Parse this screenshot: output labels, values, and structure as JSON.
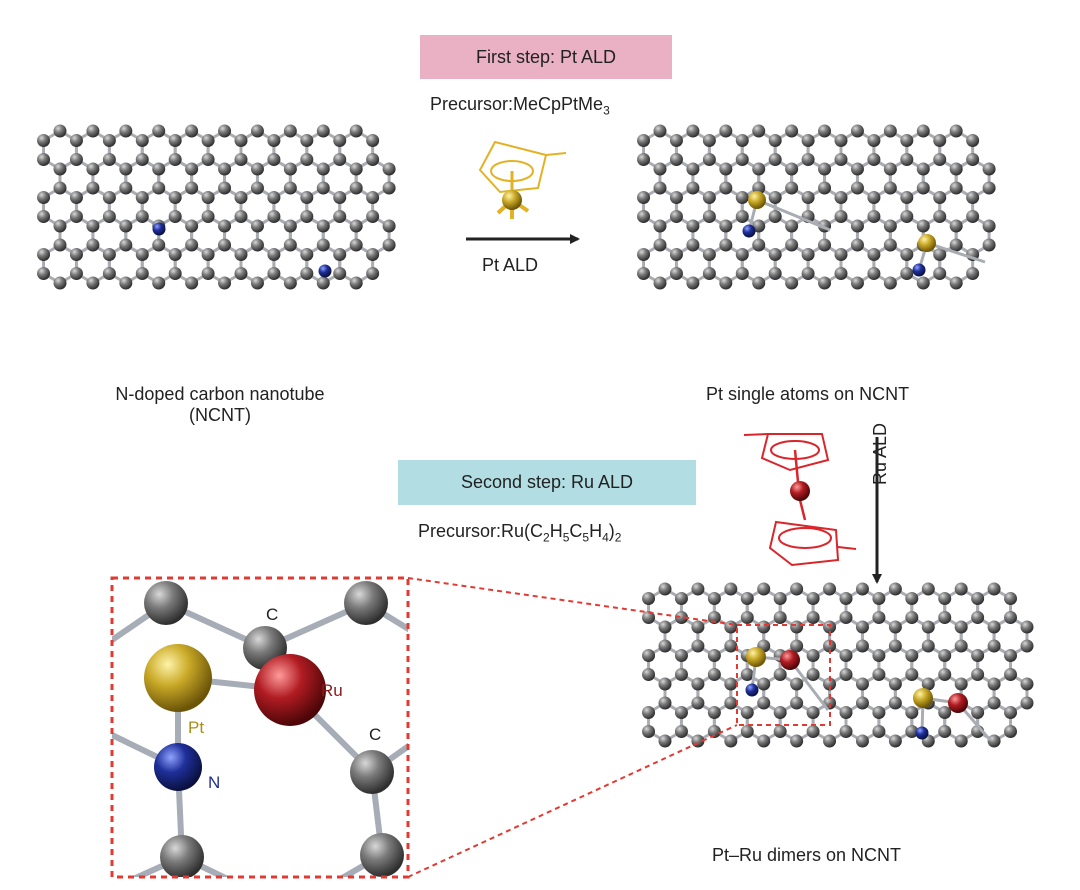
{
  "step1": {
    "title": "First step: Pt ALD",
    "precursor_prefix": "Precursor:MeCpPtMe",
    "precursor_sub": "3"
  },
  "step2": {
    "title": "Second step: Ru ALD",
    "precursor_parts": [
      "Precursor:Ru(C",
      "2",
      "H",
      "5",
      "C",
      "5",
      "H",
      "4",
      ")",
      "2"
    ]
  },
  "arrows": {
    "pt_ald": "Pt ALD",
    "ru_ald": "Ru ALD"
  },
  "panels": {
    "ncnt_line1": "N-doped carbon nanotube",
    "ncnt_line2": "(NCNT)",
    "pt_single": "Pt single atoms on NCNT",
    "pt_ru": "Pt–Ru dimers on NCNT"
  },
  "inset": {
    "c_top": "C",
    "ru": "Ru",
    "pt": "Pt",
    "c_right": "C",
    "n": "N"
  },
  "colors": {
    "carbon": "#6e6e6e",
    "nitrogen": "#1f2f8f",
    "platinum": "#c9a927",
    "ruthenium": "#a3181e",
    "pt_precursor": "#e3b224",
    "ru_precursor": "#d9262b",
    "step1_box": "#e9b1c3",
    "step2_box": "#b2dde3",
    "inset_border": "#e23a32"
  }
}
